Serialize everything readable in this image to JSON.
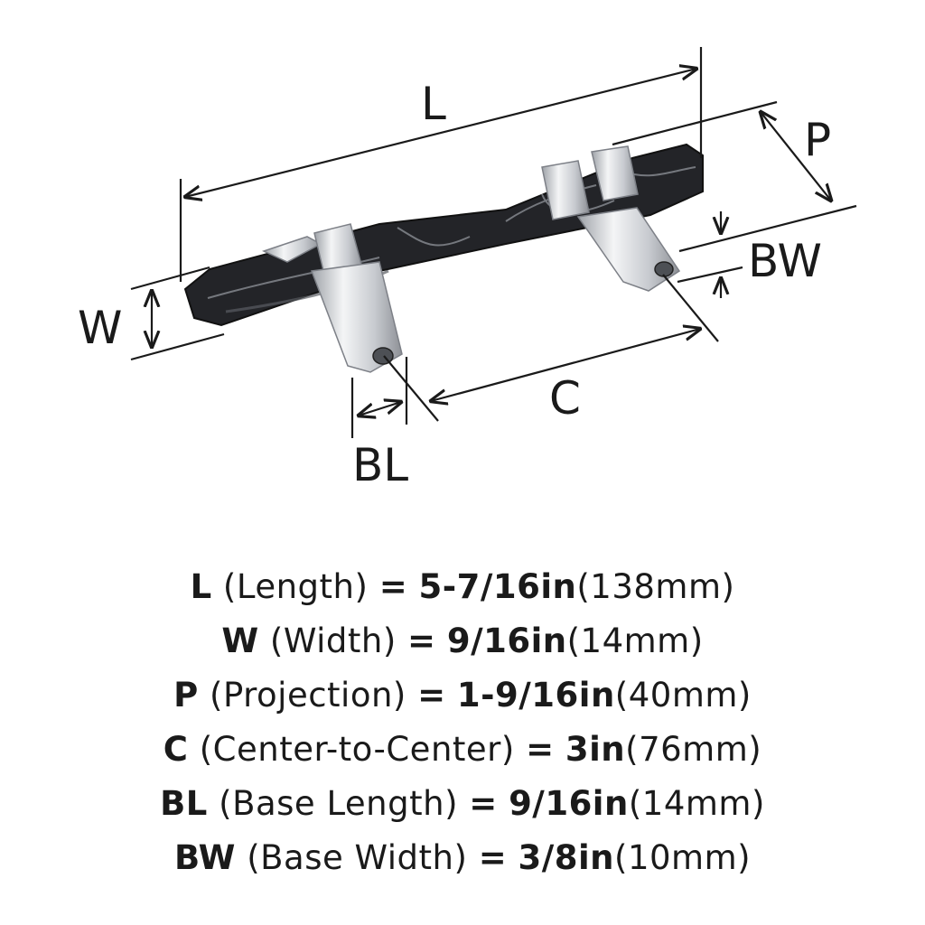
{
  "diagram": {
    "labels": {
      "L": "L",
      "P": "P",
      "W": "W",
      "BW": "BW",
      "C": "C",
      "BL": "BL"
    },
    "colors": {
      "ink": "#1a1a1a",
      "bar": "#222326",
      "chrome": "#d9dbde"
    }
  },
  "specs": [
    {
      "code": "L",
      "name": "(Length)",
      "eq": "=",
      "imperial": "5-7/16in",
      "metric": "(138mm)"
    },
    {
      "code": "W",
      "name": "(Width)",
      "eq": "=",
      "imperial": "9/16in",
      "metric": "(14mm)"
    },
    {
      "code": "P",
      "name": "(Projection)",
      "eq": "=",
      "imperial": "1-9/16in",
      "metric": "(40mm)"
    },
    {
      "code": "C",
      "name": "(Center-to-Center)",
      "eq": "=",
      "imperial": "3in",
      "metric": "(76mm)"
    },
    {
      "code": "BL",
      "name": "(Base Length)",
      "eq": "=",
      "imperial": "9/16in",
      "metric": "(14mm)"
    },
    {
      "code": "BW",
      "name": "(Base Width)",
      "eq": "=",
      "imperial": "3/8in",
      "metric": "(10mm)"
    }
  ]
}
